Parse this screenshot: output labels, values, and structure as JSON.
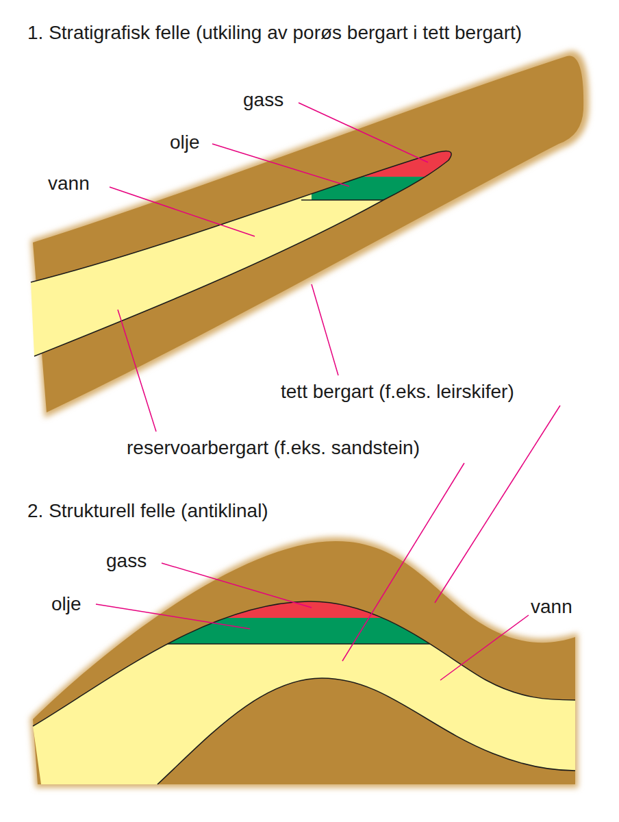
{
  "diagram": {
    "labels": [
      "1. Stratigrafisk felle (utkiling av porøs bergart i tett bergart)",
      "gass",
      "olje",
      "vann",
      "tett bergart (f.eks. leirskifer)",
      "reservoarbergart (f.eks. sandstein)",
      "2. Strukturell felle (antiklinal)",
      "gass",
      "olje",
      "vann"
    ]
  }
}
